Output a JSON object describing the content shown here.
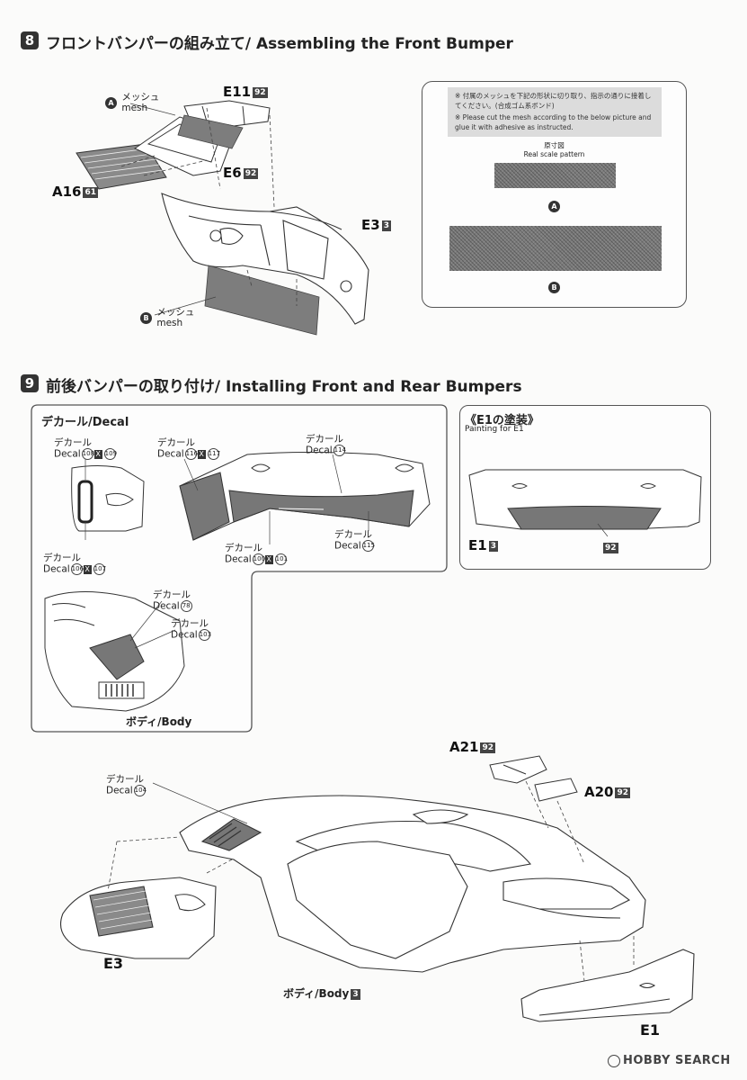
{
  "step8": {
    "number": "8",
    "title": "フロントバンパーの組み立て/ Assembling the Front Bumper",
    "parts": {
      "e11": {
        "code": "E11",
        "paint": "92"
      },
      "e6": {
        "code": "E6",
        "paint": "92"
      },
      "a16": {
        "code": "A16",
        "paint": "61"
      },
      "e3": {
        "code": "E3",
        "paint": "3"
      }
    },
    "mesh_a": {
      "marker": "A",
      "ja": "メッシュ",
      "en": "mesh"
    },
    "mesh_b": {
      "marker": "B",
      "ja": "メッシュ",
      "en": "mesh"
    },
    "info_box": {
      "note_ja": "※ 付属のメッシュを下記の形状に切り取り、指示の通りに接着してください。(合成ゴム系ボンド)",
      "note_en": "※ Please cut the mesh according to the below picture and glue it with adhesive as instructed.",
      "scale_ja": "原寸図",
      "scale_en": "Real scale pattern",
      "marker_a": "A",
      "marker_b": "B"
    }
  },
  "step9": {
    "number": "9",
    "title": "前後バンパーの取り付け/ Installing Front and Rear Bumpers",
    "decal_panel": {
      "heading": "デカール/Decal",
      "decal_ja": "デカール",
      "decal_en": "Decal",
      "d108": "108",
      "d109": "109",
      "d116": "116",
      "d117": "117",
      "d114": "114",
      "d106": "106",
      "d107": "107",
      "d100": "100",
      "d101": "101",
      "d115": "115",
      "d78": "78",
      "d103": "103",
      "x_mark": "X",
      "body_label": "ボディ/Body"
    },
    "painting_panel": {
      "heading": "《E1の塗装》",
      "subheading": "Painting for E1",
      "part": "E1",
      "part_paint": "3",
      "paint_callout": "92"
    },
    "assembly": {
      "decal_ja": "デカール",
      "decal_en": "Decal",
      "d104": "104",
      "a21": {
        "code": "A21",
        "paint": "92"
      },
      "a20": {
        "code": "A20",
        "paint": "92"
      },
      "e3": "E3",
      "e1": "E1",
      "body_label": "ボディ/Body",
      "body_paint": "3"
    }
  },
  "watermark": "HOBBY SEARCH"
}
